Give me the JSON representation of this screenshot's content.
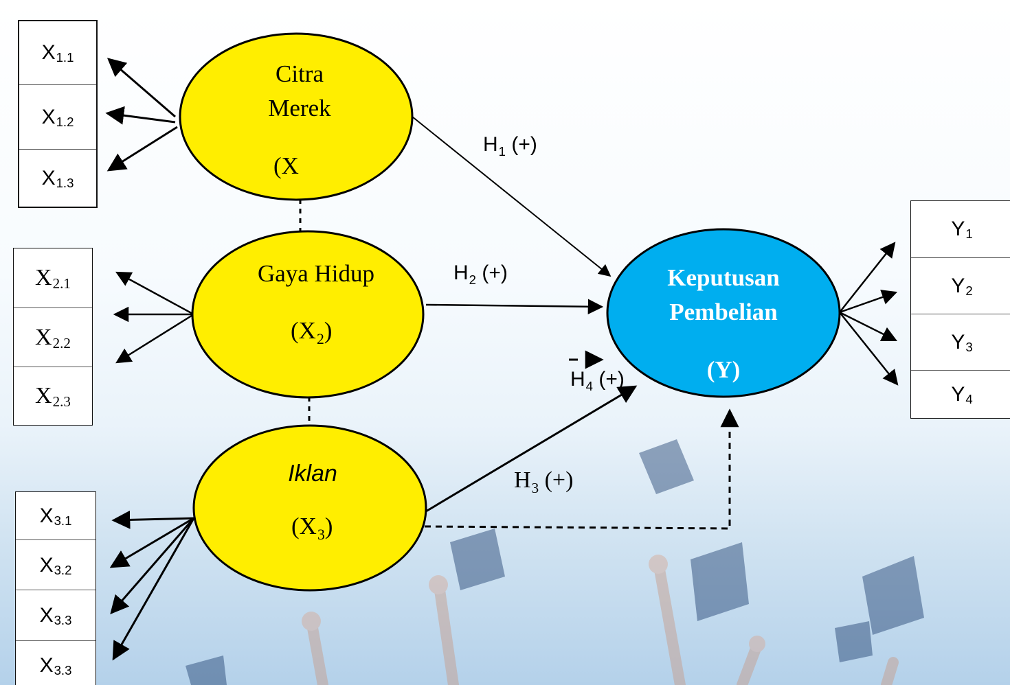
{
  "constructs": {
    "x1": {
      "line1": "Citra",
      "line2": "Merek",
      "code": "(X"
    },
    "x2": {
      "name": "Gaya Hidup",
      "code_open": "(X",
      "code_sub": "2",
      "code_close": ")"
    },
    "x3": {
      "name": "Iklan",
      "code_open": "(X",
      "code_sub": "3",
      "code_close": ")"
    },
    "y": {
      "line1": "Keputusan",
      "line2": "Pembelian",
      "code": "(Y)"
    }
  },
  "indicators": {
    "x1": [
      {
        "base": "X",
        "sub": "1.1"
      },
      {
        "base": "X",
        "sub": "1.2"
      },
      {
        "base": "X",
        "sub": "1.3"
      }
    ],
    "x2": [
      {
        "base": "X",
        "sub": "2.1"
      },
      {
        "base": "X",
        "sub": "2.2"
      },
      {
        "base": "X",
        "sub": "2.3"
      }
    ],
    "x3": [
      {
        "base": "X",
        "sub": "3.1"
      },
      {
        "base": "X",
        "sub": "3.2"
      },
      {
        "base": "X",
        "sub": "3.3"
      },
      {
        "base": "X",
        "sub": "3.3"
      }
    ],
    "y": [
      {
        "base": "Y",
        "sub": "1"
      },
      {
        "base": "Y",
        "sub": "2"
      },
      {
        "base": "Y",
        "sub": "3"
      },
      {
        "base": "Y",
        "sub": "4"
      }
    ]
  },
  "hypotheses": {
    "h1": {
      "base": "H",
      "sub": "1",
      "sign": "(+)"
    },
    "h2": {
      "base": "H",
      "sub": "2",
      "sign": "(+)"
    },
    "h3": {
      "base": "H",
      "sub": "3",
      "sign": "(+)"
    },
    "h4": {
      "base": "H",
      "sub": "4",
      "sign": "(+)"
    }
  },
  "colors": {
    "exogenous_fill": "#ffee00",
    "endogenous_fill": "#00aeef",
    "endogenous_text": "#ffffff",
    "stroke": "#000000"
  }
}
